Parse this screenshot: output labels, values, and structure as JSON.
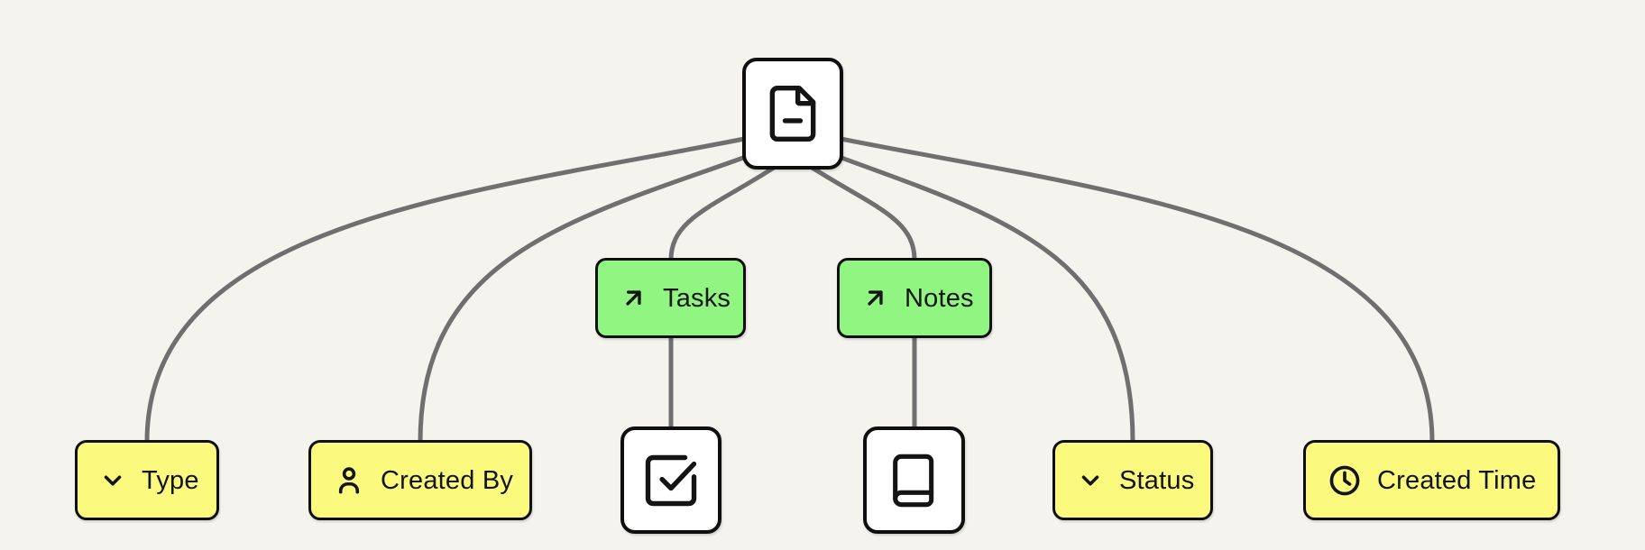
{
  "app": {
    "type": "mind-map-diagram"
  },
  "colors": {
    "background": "#F5F3EE",
    "edge": "#6F6F6F",
    "border": "#0F0F0F",
    "green": "#90F681",
    "yellow": "#FBF97E",
    "white": "#FFFFFF",
    "text": "#141414"
  },
  "nodes": {
    "root": {
      "icon": "file-minus-icon"
    },
    "tasks": {
      "icon": "arrow-up-right-icon",
      "label": "Tasks"
    },
    "notes": {
      "icon": "arrow-up-right-icon",
      "label": "Notes"
    },
    "checkbox": {
      "icon": "check-square-icon"
    },
    "book": {
      "icon": "book-icon"
    },
    "type": {
      "icon": "chevron-down-icon",
      "label": "Type"
    },
    "created_by": {
      "icon": "user-icon",
      "label": "Created By"
    },
    "status": {
      "icon": "chevron-down-icon",
      "label": "Status"
    },
    "created_time": {
      "icon": "clock-icon",
      "label": "Created Time"
    }
  },
  "edges": [
    {
      "from": "root",
      "to": "type"
    },
    {
      "from": "root",
      "to": "created_by"
    },
    {
      "from": "root",
      "to": "tasks"
    },
    {
      "from": "root",
      "to": "notes"
    },
    {
      "from": "root",
      "to": "status"
    },
    {
      "from": "root",
      "to": "created_time"
    },
    {
      "from": "tasks",
      "to": "checkbox"
    },
    {
      "from": "notes",
      "to": "book"
    }
  ]
}
